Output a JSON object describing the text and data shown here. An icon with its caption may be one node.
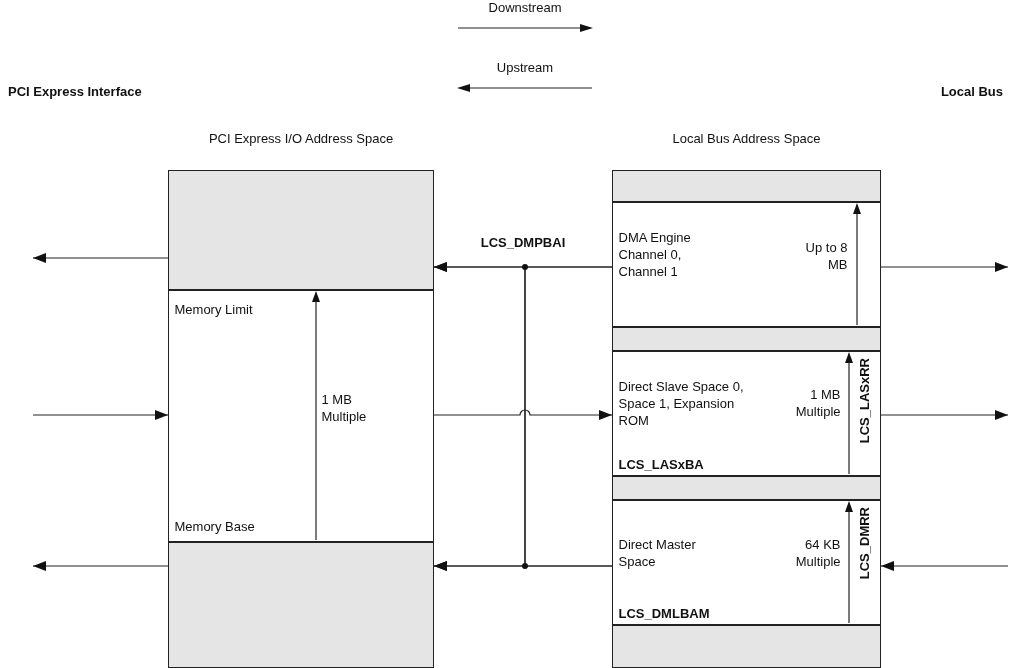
{
  "diagram": {
    "nodes": [
      {
        "text": [
          "PCI Express I/O Address Space"
        ]
      },
      {
        "text": [],
        "shape": "box",
        "in": 0
      },
      {
        "text": [
          "Memory Limit",
          "1 MB Multiple",
          "Memory Base"
        ],
        "in": 0
      },
      {
        "text": [],
        "shape": "box",
        "in": 0
      },
      {
        "text": [
          "Local Bus Address Space"
        ]
      },
      {
        "text": [],
        "shape": "box",
        "in": 4
      },
      {
        "text": [
          "DMA Engine Channel 0, Channel 1",
          "Up to 8 MB"
        ],
        "in": 4
      },
      {
        "text": [],
        "shape": "box",
        "in": 4
      },
      {
        "text": [
          "Direct Slave Space 0, Space 1, Expansion ROM",
          "1 MB Multiple",
          "LCS_LASxBA",
          "LCS_LASxRR"
        ],
        "in": 4
      },
      {
        "text": [],
        "shape": "box",
        "in": 4
      },
      {
        "text": [
          "Direct Master Space",
          "64 KB Multiple",
          "LCS_DMLBAM",
          "LCS_DMRR"
        ],
        "in": 4
      },
      {
        "text": [],
        "shape": "box",
        "in": 4
      }
    ],
    "edges": [
      {
        "from": 1,
        "to": null,
        "arrow": "to"
      },
      {
        "from": null,
        "to": 2,
        "arrow": "to"
      },
      {
        "from": 3,
        "to": null,
        "arrow": "to"
      },
      {
        "from": 6,
        "to": 1,
        "arrow": "to",
        "label": "LCS_DMPBAI"
      },
      {
        "from": 6,
        "to": 3,
        "arrow": "to"
      },
      {
        "from": 10,
        "to": 1,
        "arrow": "to"
      },
      {
        "from": 10,
        "to": 3,
        "arrow": "to"
      },
      {
        "from": 2,
        "to": 8,
        "arrow": "to"
      },
      {
        "from": 6,
        "to": null,
        "arrow": "to"
      },
      {
        "from": 8,
        "to": null,
        "arrow": "to"
      },
      {
        "from": null,
        "to": 10,
        "arrow": "to"
      }
    ],
    "labels": [
      "PCI Express Interface",
      "Local Bus"
    ],
    "legend": [
      {
        "text": "Downstream"
      },
      {
        "text": "Upstream"
      }
    ]
  }
}
